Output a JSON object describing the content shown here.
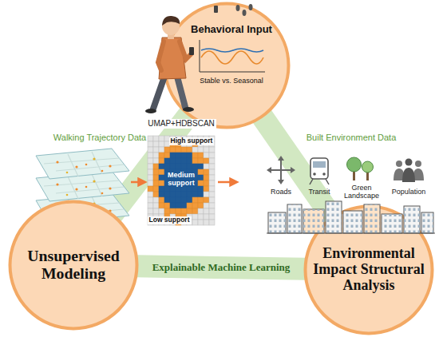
{
  "diagram": {
    "nodes": [
      {
        "text": [
          "Behavioral Input",
          "Stable vs. Seasonal"
        ]
      },
      {
        "text": [
          "Unsupervised Modeling"
        ]
      },
      {
        "text": [
          "Environmental Impact Structural Analysis"
        ]
      }
    ],
    "edges": [
      {
        "from": 0,
        "to": 1,
        "arrow": "none"
      },
      {
        "from": 0,
        "to": 2,
        "arrow": "none"
      },
      {
        "from": 1,
        "to": 2,
        "arrow": "none",
        "label": "Explainable Machine Learning"
      }
    ],
    "labels": [
      "Walking Trajectory Data",
      "UMAP+HDBSCAN",
      "High support",
      "Medium support",
      "Low support",
      "Built Environment Data",
      "Roads",
      "Transit",
      "Green Landscape",
      "Population"
    ]
  }
}
